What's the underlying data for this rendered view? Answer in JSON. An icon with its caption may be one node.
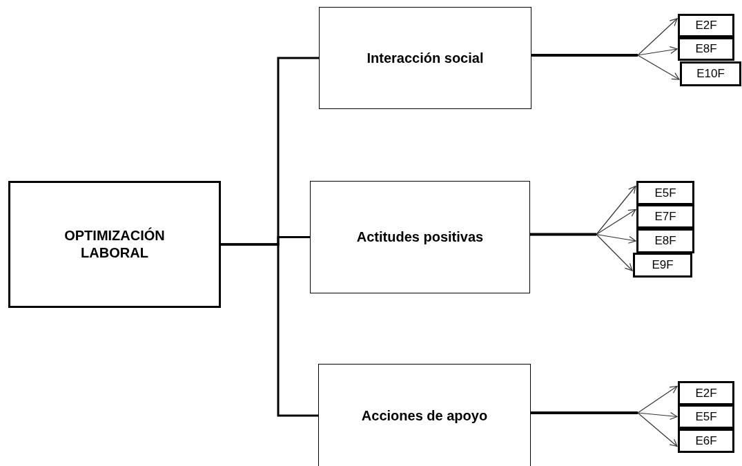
{
  "diagram": {
    "nodes": [
      {
        "text": [
          "OPTIMIZACIÓN LABORAL"
        ]
      },
      {
        "text": [
          "Interacción social"
        ]
      },
      {
        "text": [
          "Actitudes positivas"
        ]
      },
      {
        "text": [
          "Acciones de apoyo"
        ]
      },
      {
        "text": [
          "E2F"
        ]
      },
      {
        "text": [
          "E8F"
        ]
      },
      {
        "text": [
          "E10F"
        ]
      },
      {
        "text": [
          "E5F"
        ]
      },
      {
        "text": [
          "E7F"
        ]
      },
      {
        "text": [
          "E8F"
        ]
      },
      {
        "text": [
          "E9F"
        ]
      },
      {
        "text": [
          "E2F"
        ]
      },
      {
        "text": [
          "E5F"
        ]
      },
      {
        "text": [
          "E6F"
        ]
      }
    ],
    "edges": [
      {
        "from": 0,
        "to": 1,
        "arrow": "none"
      },
      {
        "from": 0,
        "to": 2,
        "arrow": "none"
      },
      {
        "from": 0,
        "to": 3,
        "arrow": "none"
      },
      {
        "from": 1,
        "to": 4,
        "arrow": "to"
      },
      {
        "from": 1,
        "to": 5,
        "arrow": "to"
      },
      {
        "from": 1,
        "to": 6,
        "arrow": "to"
      },
      {
        "from": 2,
        "to": 7,
        "arrow": "to"
      },
      {
        "from": 2,
        "to": 8,
        "arrow": "to"
      },
      {
        "from": 2,
        "to": 9,
        "arrow": "to"
      },
      {
        "from": 2,
        "to": 10,
        "arrow": "to"
      },
      {
        "from": 3,
        "to": 11,
        "arrow": "to"
      },
      {
        "from": 3,
        "to": 12,
        "arrow": "to"
      },
      {
        "from": 3,
        "to": 13,
        "arrow": "to"
      }
    ]
  }
}
